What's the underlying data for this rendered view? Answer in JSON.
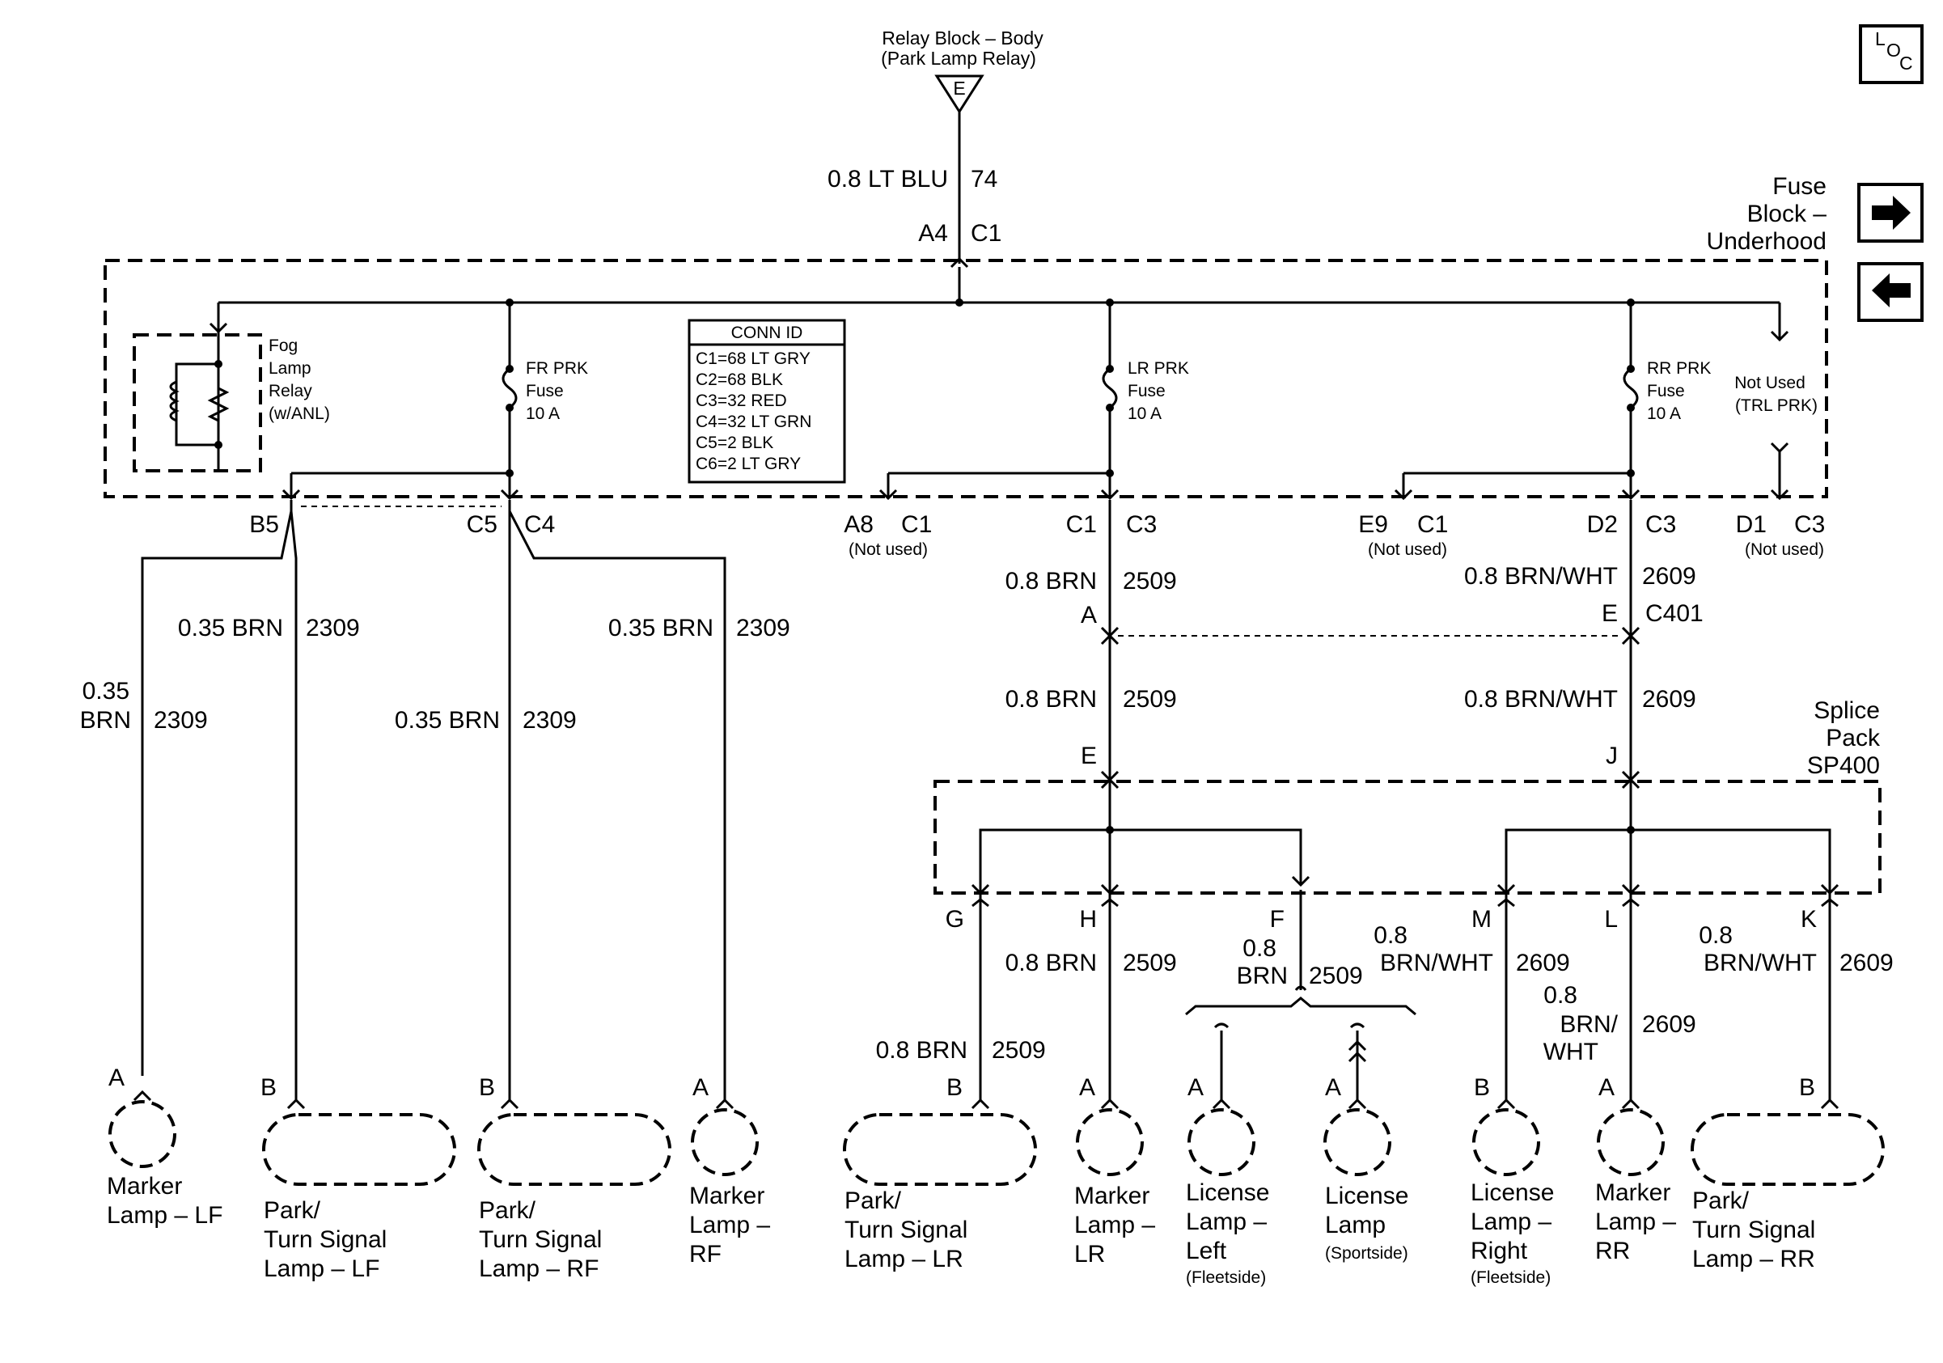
{
  "relay": {
    "line1": "Relay Block – Body",
    "line2": "(Park Lamp Relay)",
    "terminal": "E"
  },
  "feed": {
    "wire": "0.8 LT BLU",
    "circuit": "74",
    "pin": "A4",
    "conn": "C1"
  },
  "fuse_block": {
    "line1": "Fuse",
    "line2": "Block –",
    "line3": "Underhood"
  },
  "loc_icon": {
    "l": "L",
    "o": "O",
    "c": "C"
  },
  "conn_id": {
    "title": "CONN ID",
    "rows": [
      "C1=68 LT GRY",
      "C2=68 BLK",
      "C3=32 RED",
      "C4=32 LT GRN",
      "C5=2 BLK",
      "C6=2 LT GRY"
    ]
  },
  "fog_relay": {
    "l1": "Fog",
    "l2": "Lamp",
    "l3": "Relay",
    "l4": "(w/ANL)"
  },
  "fuses": {
    "fr": {
      "l1": "FR PRK",
      "l2": "Fuse",
      "l3": "10 A"
    },
    "lr": {
      "l1": "LR PRK",
      "l2": "Fuse",
      "l3": "10 A"
    },
    "rr": {
      "l1": "RR PRK",
      "l2": "Fuse",
      "l3": "10 A"
    }
  },
  "not_used": {
    "l1": "Not Used",
    "l2": "(TRL PRK)",
    "small": "(Not used)"
  },
  "pins": {
    "b5": "B5",
    "c5": "C5",
    "c4": "C4",
    "a8": "A8",
    "a8c": "C1",
    "c1": "C1",
    "c3": "C3",
    "e9": "E9",
    "e9c": "C1",
    "d2": "D2",
    "d2c": "C3",
    "d1": "D1",
    "d1c": "C3"
  },
  "wires": {
    "brn035": "0.35 BRN",
    "c2309": "2309",
    "brn035a": "0.35",
    "brn035b": "BRN",
    "brn08": "0.8 BRN",
    "c2509": "2509",
    "bw08": "0.8 BRN/WHT",
    "c2609": "2609",
    "bw08a": "0.8",
    "bw08b": "BRN/WHT",
    "brn08a": "0.8",
    "brn08b": "BRN",
    "bwv1": "0.8",
    "bwv2": "BRN/",
    "bwv3": "WHT"
  },
  "c401": {
    "a": "A",
    "e": "E",
    "name": "C401"
  },
  "splice": {
    "l1": "Splice",
    "l2": "Pack",
    "l3": "SP400",
    "e": "E",
    "j": "J",
    "g": "G",
    "h": "H",
    "f": "F",
    "m": "M",
    "l": "L",
    "k": "K"
  },
  "lamps": {
    "marker_lf": {
      "pin": "A",
      "l1": "Marker",
      "l2": "Lamp – LF"
    },
    "park_lf": {
      "pin": "B",
      "l1": "Park/",
      "l2": "Turn Signal",
      "l3": "Lamp – LF"
    },
    "park_rf": {
      "pin": "B",
      "l1": "Park/",
      "l2": "Turn Signal",
      "l3": "Lamp – RF"
    },
    "marker_rf": {
      "pin": "A",
      "l1": "Marker",
      "l2": "Lamp –",
      "l3": "RF"
    },
    "park_lr": {
      "pin": "B",
      "l1": "Park/",
      "l2": "Turn Signal",
      "l3": "Lamp – LR"
    },
    "marker_lr": {
      "pin": "A",
      "l1": "Marker",
      "l2": "Lamp –",
      "l3": "LR"
    },
    "lic_left": {
      "pin": "A",
      "l1": "License",
      "l2": "Lamp –",
      "l3": "Left",
      "l4": "(Fleetside)"
    },
    "lic_sport": {
      "pin": "A",
      "l1": "License",
      "l2": "Lamp",
      "l3": "(Sportside)"
    },
    "lic_right": {
      "pin": "B",
      "l1": "License",
      "l2": "Lamp –",
      "l3": "Right",
      "l4": "(Fleetside)"
    },
    "marker_rr": {
      "pin": "A",
      "l1": "Marker",
      "l2": "Lamp –",
      "l3": "RR"
    },
    "park_rr": {
      "pin": "B",
      "l1": "Park/",
      "l2": "Turn Signal",
      "l3": "Lamp – RR"
    }
  }
}
